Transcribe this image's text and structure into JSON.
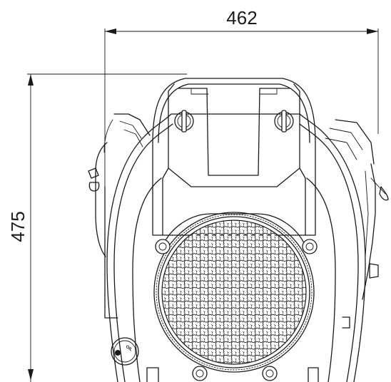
{
  "dimensions": {
    "width_label": "462",
    "height_label": "475"
  },
  "oil_cap": {
    "label": "OIL"
  },
  "colors": {
    "line": "#1a1a1a",
    "background": "#ffffff"
  }
}
